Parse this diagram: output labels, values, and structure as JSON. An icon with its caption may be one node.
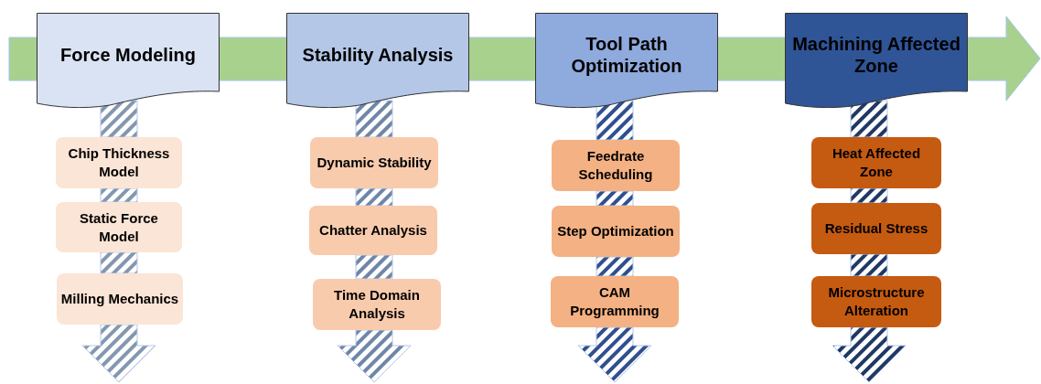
{
  "diagram": {
    "nodes": [
      {
        "text": [
          "Force Modeling"
        ]
      },
      {
        "text": [
          "Stability Analysis"
        ]
      },
      {
        "text": [
          "Tool Path Optimization"
        ]
      },
      {
        "text": [
          "Machining Affected Zone"
        ]
      },
      {
        "text": [
          "Chip Thickness Model"
        ]
      },
      {
        "text": [
          "Static Force Model"
        ]
      },
      {
        "text": [
          "Milling Mechanics"
        ]
      },
      {
        "text": [
          "Dynamic Stability"
        ]
      },
      {
        "text": [
          "Chatter Analysis"
        ]
      },
      {
        "text": [
          "Time Domain Analysis"
        ]
      },
      {
        "text": [
          "Feedrate Scheduling"
        ]
      },
      {
        "text": [
          "Step Optimization"
        ]
      },
      {
        "text": [
          "CAM Programming"
        ]
      },
      {
        "text": [
          "Heat Affected Zone"
        ]
      },
      {
        "text": [
          "Residual Stress"
        ]
      },
      {
        "text": [
          "Microstructure Alteration"
        ]
      }
    ],
    "edges": [
      {
        "from": 0,
        "to": 4,
        "arrow": "none"
      },
      {
        "from": 4,
        "to": 5,
        "arrow": "none"
      },
      {
        "from": 5,
        "to": 6,
        "arrow": "none"
      },
      {
        "from": 6,
        "to": null,
        "arrow": "to"
      },
      {
        "from": 1,
        "to": 7,
        "arrow": "none"
      },
      {
        "from": 7,
        "to": 8,
        "arrow": "none"
      },
      {
        "from": 8,
        "to": 9,
        "arrow": "none"
      },
      {
        "from": 9,
        "to": null,
        "arrow": "to"
      },
      {
        "from": 2,
        "to": 10,
        "arrow": "none"
      },
      {
        "from": 10,
        "to": 11,
        "arrow": "none"
      },
      {
        "from": 11,
        "to": 12,
        "arrow": "none"
      },
      {
        "from": 12,
        "to": null,
        "arrow": "to"
      },
      {
        "from": 3,
        "to": 13,
        "arrow": "none"
      },
      {
        "from": 13,
        "to": 14,
        "arrow": "none"
      },
      {
        "from": 14,
        "to": 15,
        "arrow": "none"
      },
      {
        "from": 15,
        "to": null,
        "arrow": "to"
      }
    ]
  }
}
